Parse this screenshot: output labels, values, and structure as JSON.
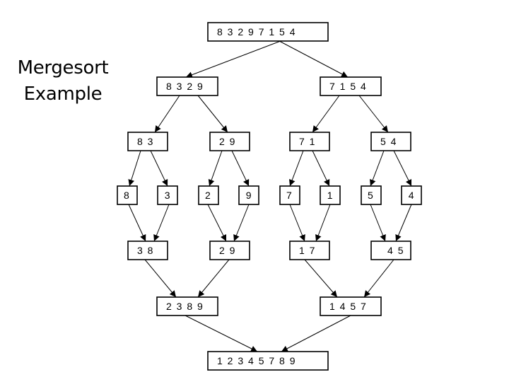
{
  "title": {
    "line1": "Mergesort",
    "line2": "Example"
  },
  "diagram": {
    "nodes": [
      {
        "id": "n0",
        "label": "8 3 2 9 7 1 5 4"
      },
      {
        "id": "n1",
        "label": "8 3 2 9"
      },
      {
        "id": "n2",
        "label": "7 1 5 4"
      },
      {
        "id": "n3",
        "label": "8 3"
      },
      {
        "id": "n4",
        "label": "2 9"
      },
      {
        "id": "n5",
        "label": "7 1"
      },
      {
        "id": "n6",
        "label": "5 4"
      },
      {
        "id": "n7",
        "label": "8"
      },
      {
        "id": "n8",
        "label": "3"
      },
      {
        "id": "n9",
        "label": "2"
      },
      {
        "id": "n10",
        "label": "9"
      },
      {
        "id": "n11",
        "label": "7"
      },
      {
        "id": "n12",
        "label": "1"
      },
      {
        "id": "n13",
        "label": "5"
      },
      {
        "id": "n14",
        "label": "4"
      },
      {
        "id": "n15",
        "label": "3 8"
      },
      {
        "id": "n16",
        "label": "2 9"
      },
      {
        "id": "n17",
        "label": "1 7"
      },
      {
        "id": "n18",
        "label": "4 5"
      },
      {
        "id": "n19",
        "label": "2 3 8 9"
      },
      {
        "id": "n20",
        "label": "1 4 5 7"
      },
      {
        "id": "n21",
        "label": "1 2 3 4 5 7 8 9"
      }
    ],
    "edges": [
      [
        "n0",
        "n1"
      ],
      [
        "n0",
        "n2"
      ],
      [
        "n1",
        "n3"
      ],
      [
        "n1",
        "n4"
      ],
      [
        "n2",
        "n5"
      ],
      [
        "n2",
        "n6"
      ],
      [
        "n3",
        "n7"
      ],
      [
        "n3",
        "n8"
      ],
      [
        "n4",
        "n9"
      ],
      [
        "n4",
        "n10"
      ],
      [
        "n5",
        "n11"
      ],
      [
        "n5",
        "n12"
      ],
      [
        "n6",
        "n13"
      ],
      [
        "n6",
        "n14"
      ],
      [
        "n7",
        "n15"
      ],
      [
        "n8",
        "n15"
      ],
      [
        "n9",
        "n16"
      ],
      [
        "n10",
        "n16"
      ],
      [
        "n11",
        "n17"
      ],
      [
        "n12",
        "n17"
      ],
      [
        "n13",
        "n18"
      ],
      [
        "n14",
        "n18"
      ],
      [
        "n15",
        "n19"
      ],
      [
        "n16",
        "n19"
      ],
      [
        "n17",
        "n20"
      ],
      [
        "n18",
        "n20"
      ],
      [
        "n19",
        "n21"
      ],
      [
        "n20",
        "n21"
      ]
    ]
  }
}
